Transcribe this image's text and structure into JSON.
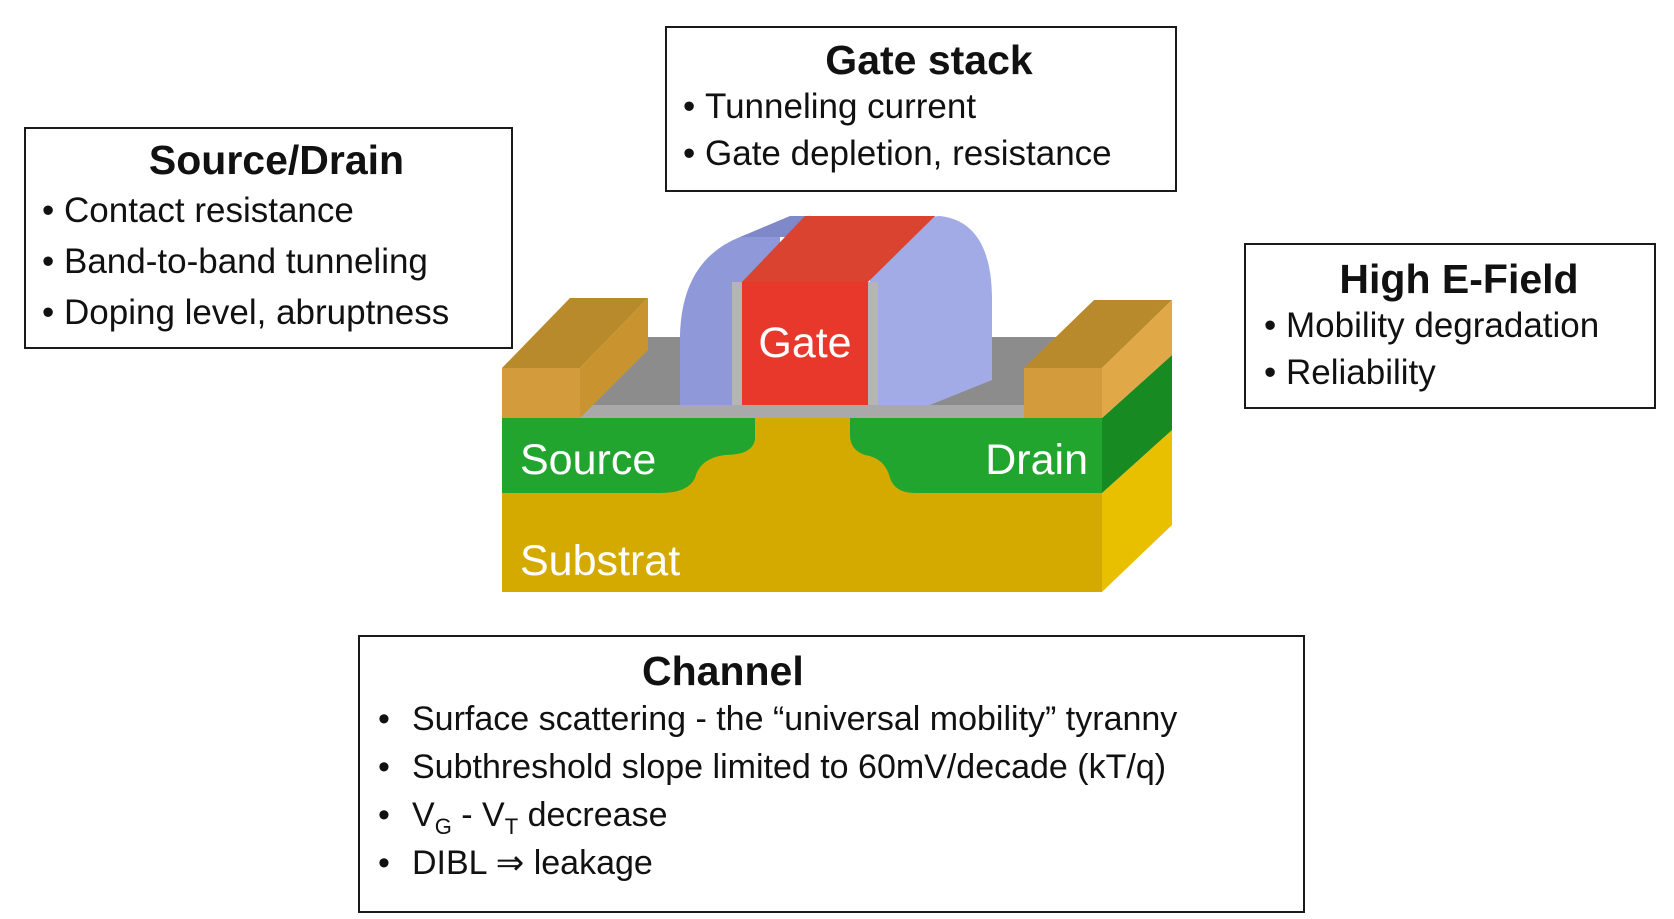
{
  "gate_stack": {
    "title": "Gate stack",
    "items": [
      "Tunneling current",
      "Gate depletion, resistance"
    ]
  },
  "source_drain": {
    "title": "Source/Drain",
    "items": [
      "Contact resistance",
      "Band-to-band tunneling",
      "Doping level, abruptness"
    ]
  },
  "high_efield": {
    "title": "High E-Field",
    "items": [
      "Mobility degradation",
      "Reliability"
    ]
  },
  "channel": {
    "title": "Channel",
    "items": [
      "Surface scattering - the “universal mobility” tyranny",
      "Subthreshold slope limited to 60mV/decade (kT/q)"
    ],
    "vg_vt": {
      "v1": "V",
      "sub1": "G",
      "sep": " - ",
      "v2": "V",
      "sub2": "T",
      "rest": " decrease"
    },
    "dibl": "DIBL ⇒ leakage"
  },
  "device": {
    "gate_label": "Gate",
    "source_label": "Source",
    "drain_label": "Drain",
    "substrate_label": "Substrat",
    "colors": {
      "gate": "#e8382c",
      "spacer": "#8f98d8",
      "source_drain": "#22a52e",
      "substrate": "#d4aa00",
      "contact": "#d49b3c",
      "oxide": "#8c8c8c"
    }
  },
  "bullet": "•"
}
